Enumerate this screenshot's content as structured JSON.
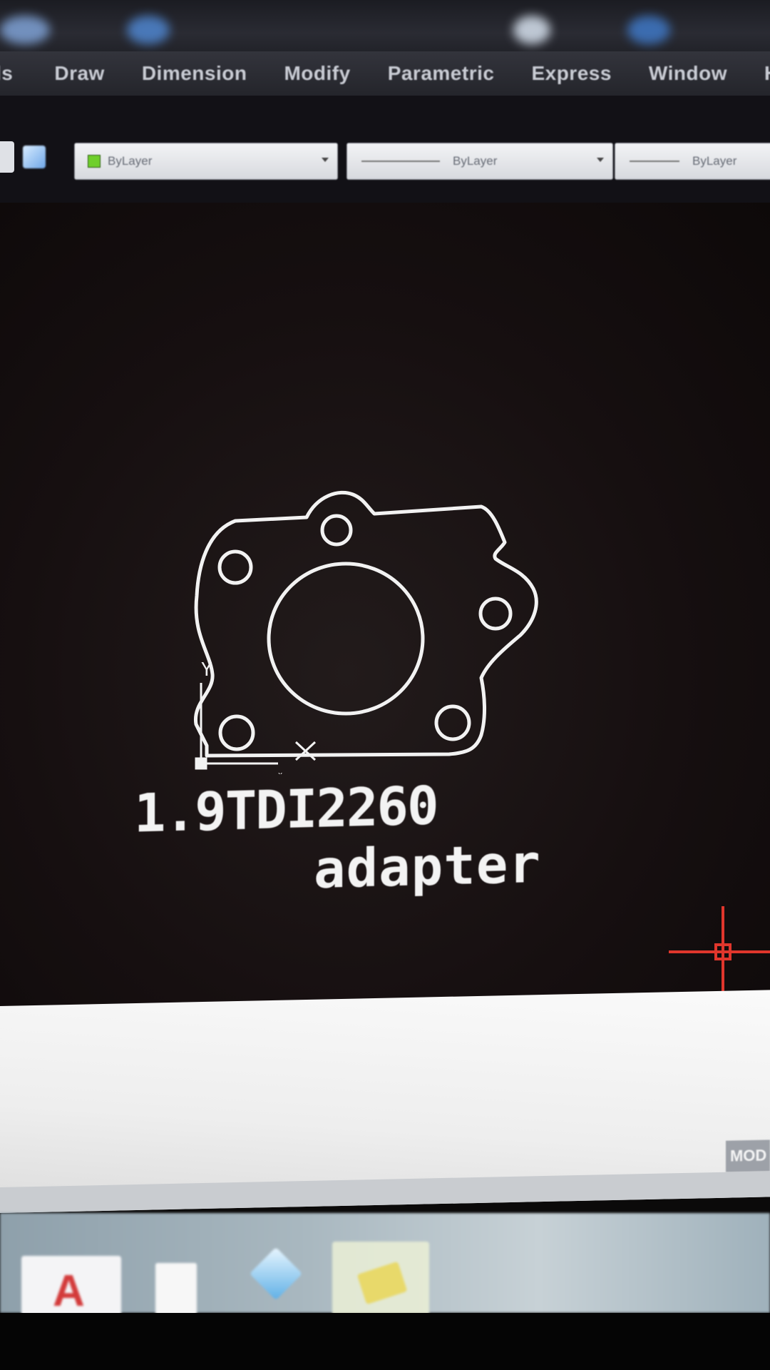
{
  "app": "AutoCAD",
  "menubar": {
    "items": [
      {
        "label": "ls"
      },
      {
        "label": "Draw"
      },
      {
        "label": "Dimension"
      },
      {
        "label": "Modify"
      },
      {
        "label": "Parametric"
      },
      {
        "label": "Express"
      },
      {
        "label": "Window"
      },
      {
        "label": "Hel"
      }
    ]
  },
  "properties": {
    "color": {
      "value": "ByLayer",
      "swatch": "#6fcf2b"
    },
    "linetype": {
      "value": "ByLayer"
    },
    "lineweight": {
      "value": "ByLayer"
    }
  },
  "drawing": {
    "text_line1": "1.9TDI2260",
    "text_line2": "adapter",
    "ucs_y_label": "Y",
    "ucs_x_label": "X",
    "stroke_color": "#f2f2f2",
    "crosshair_color": "#e0362c"
  },
  "statusbar": {
    "model_tab": "MOD"
  },
  "taskbar": {
    "items": [
      "autocad-icon",
      "document-icon",
      "3d-cube-icon",
      "folder-icon"
    ],
    "autocad_glyph": "A"
  }
}
